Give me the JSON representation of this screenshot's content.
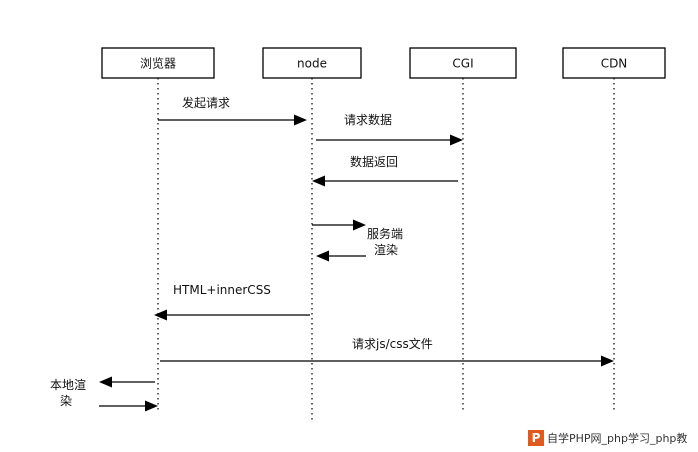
{
  "participants": [
    {
      "id": "browser",
      "label": "浏览器"
    },
    {
      "id": "node",
      "label": "node"
    },
    {
      "id": "cgi",
      "label": "CGI"
    },
    {
      "id": "cdn",
      "label": "CDN"
    }
  ],
  "messages": [
    {
      "id": "m1",
      "label": "发起请求"
    },
    {
      "id": "m2",
      "label": "请求数据"
    },
    {
      "id": "m3",
      "label": "数据返回"
    },
    {
      "id": "m4",
      "label": "服务端\n渲染"
    },
    {
      "id": "m5",
      "label": "HTML+innerCSS"
    },
    {
      "id": "m6",
      "label": "请求js/css文件"
    },
    {
      "id": "m7",
      "label": "本地渲\n染"
    }
  ],
  "watermark": {
    "logo": "P",
    "text": "自学PHP网_php学习_php教"
  },
  "colors": {
    "line": "#000000",
    "background": "#ffffff",
    "watermark_logo": "#e05a1e"
  }
}
